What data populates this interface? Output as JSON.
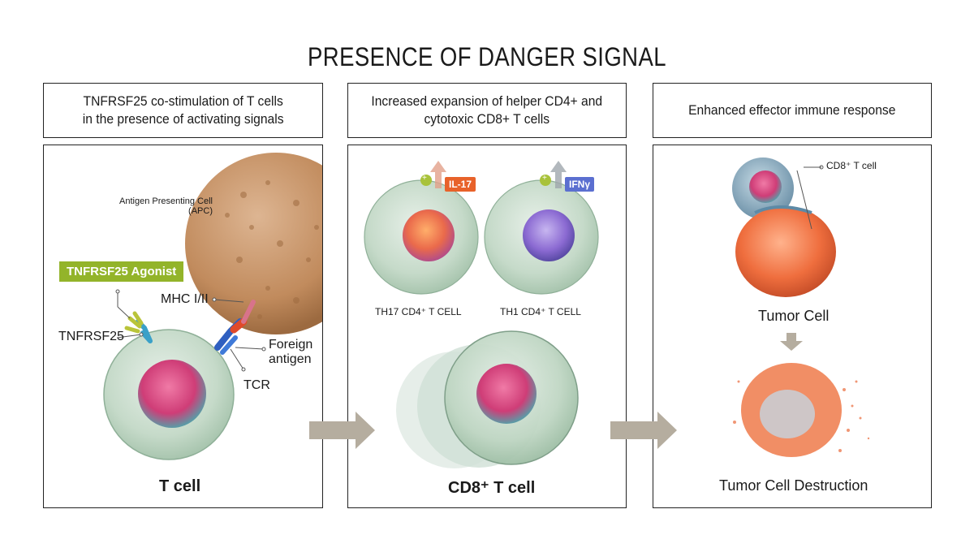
{
  "title": "PRESENCE OF DANGER SIGNAL",
  "headers": [
    {
      "line1": "TNFRSF25 co-stimulation of T cells",
      "line2": "in the presence of activating signals"
    },
    {
      "line1": "Increased expansion of helper CD4+ and",
      "line2": "cytotoxic CD8+ T cells"
    },
    {
      "line1": "Enhanced effector immune response",
      "line2": ""
    }
  ],
  "panel1": {
    "apc_line1": "Antigen Presenting Cell",
    "apc_line2": "(APC)",
    "agonist": "TNFRSF25 Agonist",
    "mhc": "MHC I/II",
    "tnfrsf25": "TNFRSF25",
    "foreign1": "Foreign",
    "foreign2": "antigen",
    "tcr": "TCR",
    "cell": "T cell"
  },
  "panel2": {
    "il17": "IL-17",
    "ifng": "IFNγ",
    "plus": "+",
    "th17": "TH17 CD4⁺ T CELL",
    "th1": "TH1 CD4⁺ T CELL",
    "cd8": "CD8⁺ T cell"
  },
  "panel3": {
    "cd8": "CD8⁺ T cell",
    "tumor": "Tumor Cell",
    "destruction": "Tumor Cell Destruction"
  },
  "colors": {
    "agonist": "#93b42a",
    "il17": "#e8622a",
    "ifng": "#5b6fd0",
    "arrow": "#b5ad9f",
    "tumor": "#ee7a4e",
    "apc": "#c89a72"
  }
}
